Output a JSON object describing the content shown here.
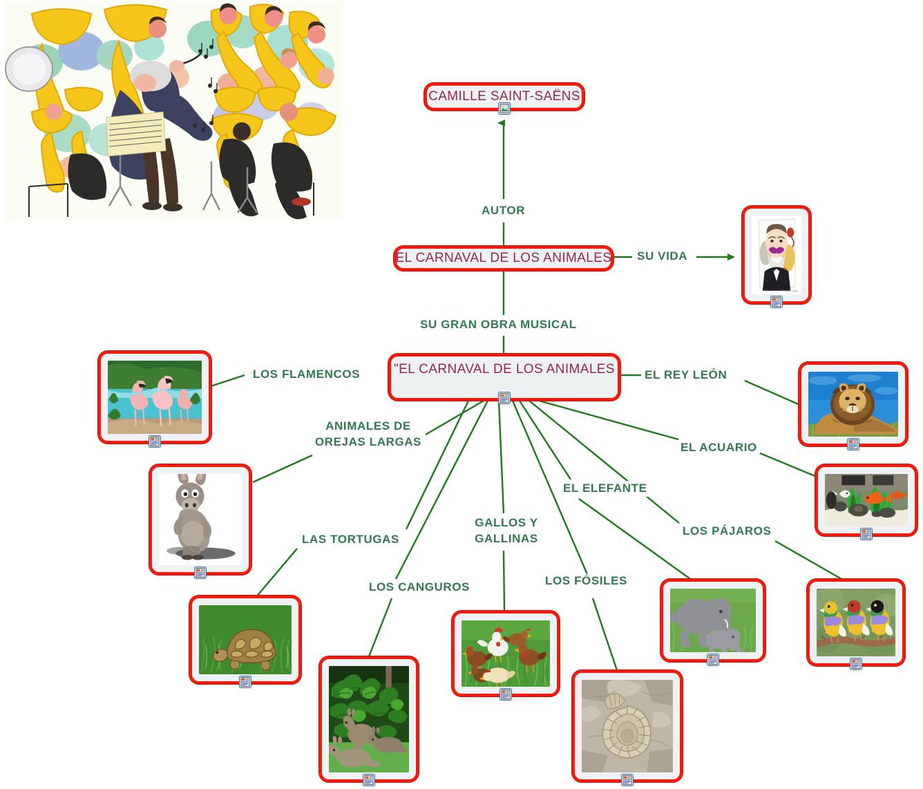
{
  "document": {
    "title": "EL CARNAVAL DE LOS ANIMALES - Mapa conceptual",
    "accent_border": "#f51a0c",
    "node_fill": "#eef2f4",
    "node_text_color": "#9b2352",
    "link_color": "#1f6b1f",
    "link_label_color": "#2f7a4e"
  },
  "banner": {
    "name": "orquesta-ilustracion",
    "alt": "Ilustracion en acuarela de una banda de musica con director de orquesta"
  },
  "nodes": {
    "composer": {
      "label": "CAMILLE SAINT-SAËNS",
      "badge": "image-badge"
    },
    "work_title": {
      "label": "EL CARNAVAL DE LOS ANIMALES",
      "badge": "none"
    },
    "carnival_main": {
      "label": "\"EL CARNAVAL DE LOS ANIMALES",
      "badge": "document-badge"
    },
    "biography": {
      "label": "",
      "badge": "document-badge",
      "image": "caricatura-saint-saens"
    },
    "flamingos": {
      "label": "",
      "badge": "document-badge",
      "image": "flamencos"
    },
    "donkey": {
      "label": "",
      "badge": "document-badge",
      "image": "burro"
    },
    "tortoise": {
      "label": "",
      "badge": "document-badge",
      "image": "tortuga"
    },
    "kangaroos": {
      "label": "",
      "badge": "document-badge",
      "image": "canguros"
    },
    "chickens": {
      "label": "",
      "badge": "document-badge",
      "image": "gallos-y-gallinas"
    },
    "fossils": {
      "label": "",
      "badge": "document-badge",
      "image": "fosil-amonite"
    },
    "elephant": {
      "label": "",
      "badge": "document-badge",
      "image": "elefantes"
    },
    "birds": {
      "label": "",
      "badge": "document-badge",
      "image": "pajaros"
    },
    "aquarium": {
      "label": "",
      "badge": "document-badge",
      "image": "acuario"
    },
    "lion": {
      "label": "",
      "badge": "document-badge",
      "image": "leon"
    }
  },
  "links": [
    {
      "id": "autor",
      "label": "AUTOR",
      "from": "work_title",
      "to": "composer"
    },
    {
      "id": "su-vida",
      "label": "SU  VIDA",
      "from": "work_title",
      "to": "biography"
    },
    {
      "id": "obra-musical",
      "label": "SU  GRAN  OBRA  MUSICAL",
      "from": "work_title",
      "to": "carnival_main"
    },
    {
      "id": "flamencos",
      "label": "LOS  FLAMENCOS",
      "from": "carnival_main",
      "to": "flamingos"
    },
    {
      "id": "rey-leon",
      "label": "EL  REY  LEÓN",
      "from": "carnival_main",
      "to": "lion"
    },
    {
      "id": "orejas",
      "label": "ANIMALES  DE OREJAS  LARGAS",
      "from": "carnival_main",
      "to": "donkey"
    },
    {
      "id": "acuario",
      "label": "EL  ACUARIO",
      "from": "carnival_main",
      "to": "aquarium"
    },
    {
      "id": "elefante",
      "label": "EL  ELEFANTE",
      "from": "carnival_main",
      "to": "elephant"
    },
    {
      "id": "tortugas",
      "label": "LAS  TORTUGAS",
      "from": "carnival_main",
      "to": "tortoise"
    },
    {
      "id": "gallos",
      "label": "GALLOS  Y GALLINAS",
      "from": "carnival_main",
      "to": "chickens"
    },
    {
      "id": "pajaros",
      "label": "LOS  PÁJAROS",
      "from": "carnival_main",
      "to": "birds"
    },
    {
      "id": "canguros",
      "label": "LOS  CANGUROS",
      "from": "carnival_main",
      "to": "kangaroos"
    },
    {
      "id": "fosiles",
      "label": "LOS  FÓSILES",
      "from": "carnival_main",
      "to": "fossils"
    }
  ],
  "link_label_lines": {
    "orejas_line1": "ANIMALES  DE",
    "orejas_line2": "OREJAS  LARGAS",
    "gallos_line1": "GALLOS  Y",
    "gallos_line2": "GALLINAS"
  }
}
